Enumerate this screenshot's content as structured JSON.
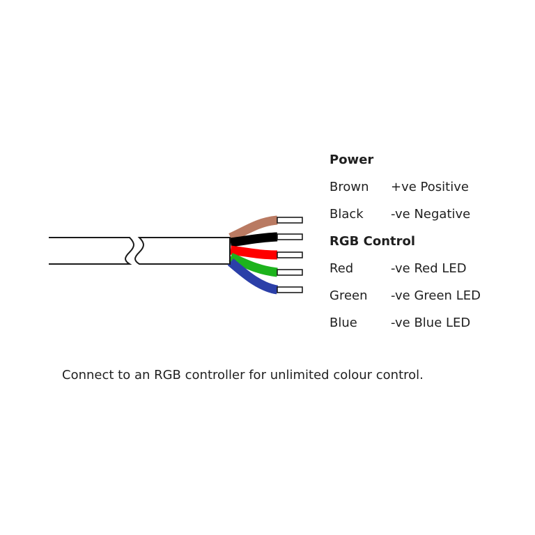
{
  "legend": {
    "power": {
      "heading": "Power",
      "rows": [
        {
          "name": "Brown",
          "function": "+ve Positive",
          "color": "#b97a62"
        },
        {
          "name": "Black",
          "function": "-ve Negative",
          "color": "#000000"
        }
      ]
    },
    "rgb": {
      "heading": "RGB Control",
      "rows": [
        {
          "name": "Red",
          "function": "-ve Red LED",
          "color": "#ff0000"
        },
        {
          "name": "Green",
          "function": "-ve Green LED",
          "color": "#1db31d"
        },
        {
          "name": "Blue",
          "function": "-ve Blue LED",
          "color": "#2b3fa8"
        }
      ]
    }
  },
  "footnote": "Connect to an RGB controller for unlimited colour control."
}
